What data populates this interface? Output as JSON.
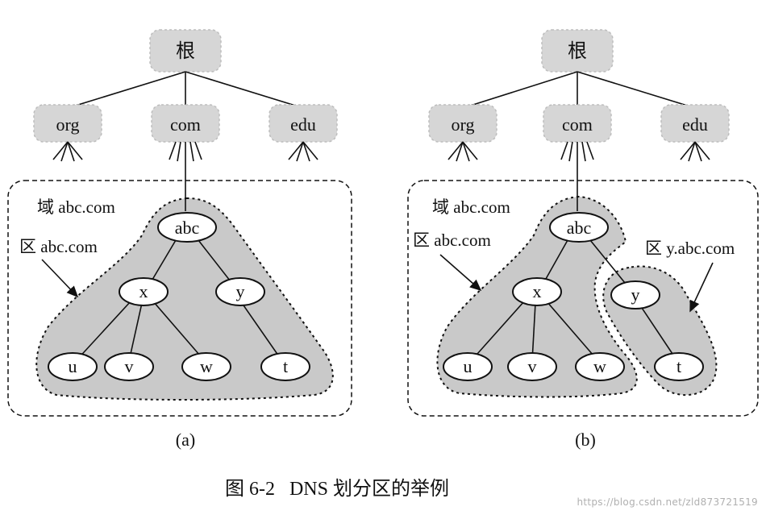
{
  "panel_a": {
    "root": "根",
    "tlds": [
      "org",
      "com",
      "edu"
    ],
    "domain_label": "域 abc.com",
    "zone_label": "区 abc.com",
    "nodes": {
      "abc": "abc",
      "x": "x",
      "y": "y",
      "u": "u",
      "v": "v",
      "w": "w",
      "t": "t"
    },
    "caption": "(a)"
  },
  "panel_b": {
    "root": "根",
    "tlds": [
      "org",
      "com",
      "edu"
    ],
    "domain_label": "域 abc.com",
    "zone1_label": "区 abc.com",
    "zone2_label": "区 y.abc.com",
    "nodes": {
      "abc": "abc",
      "x": "x",
      "y": "y",
      "u": "u",
      "v": "v",
      "w": "w",
      "t": "t"
    },
    "caption": "(b)"
  },
  "figure_caption": "图 6-2   DNS 划分区的举例",
  "watermark": "https://blog.csdn.net/zld873721519"
}
